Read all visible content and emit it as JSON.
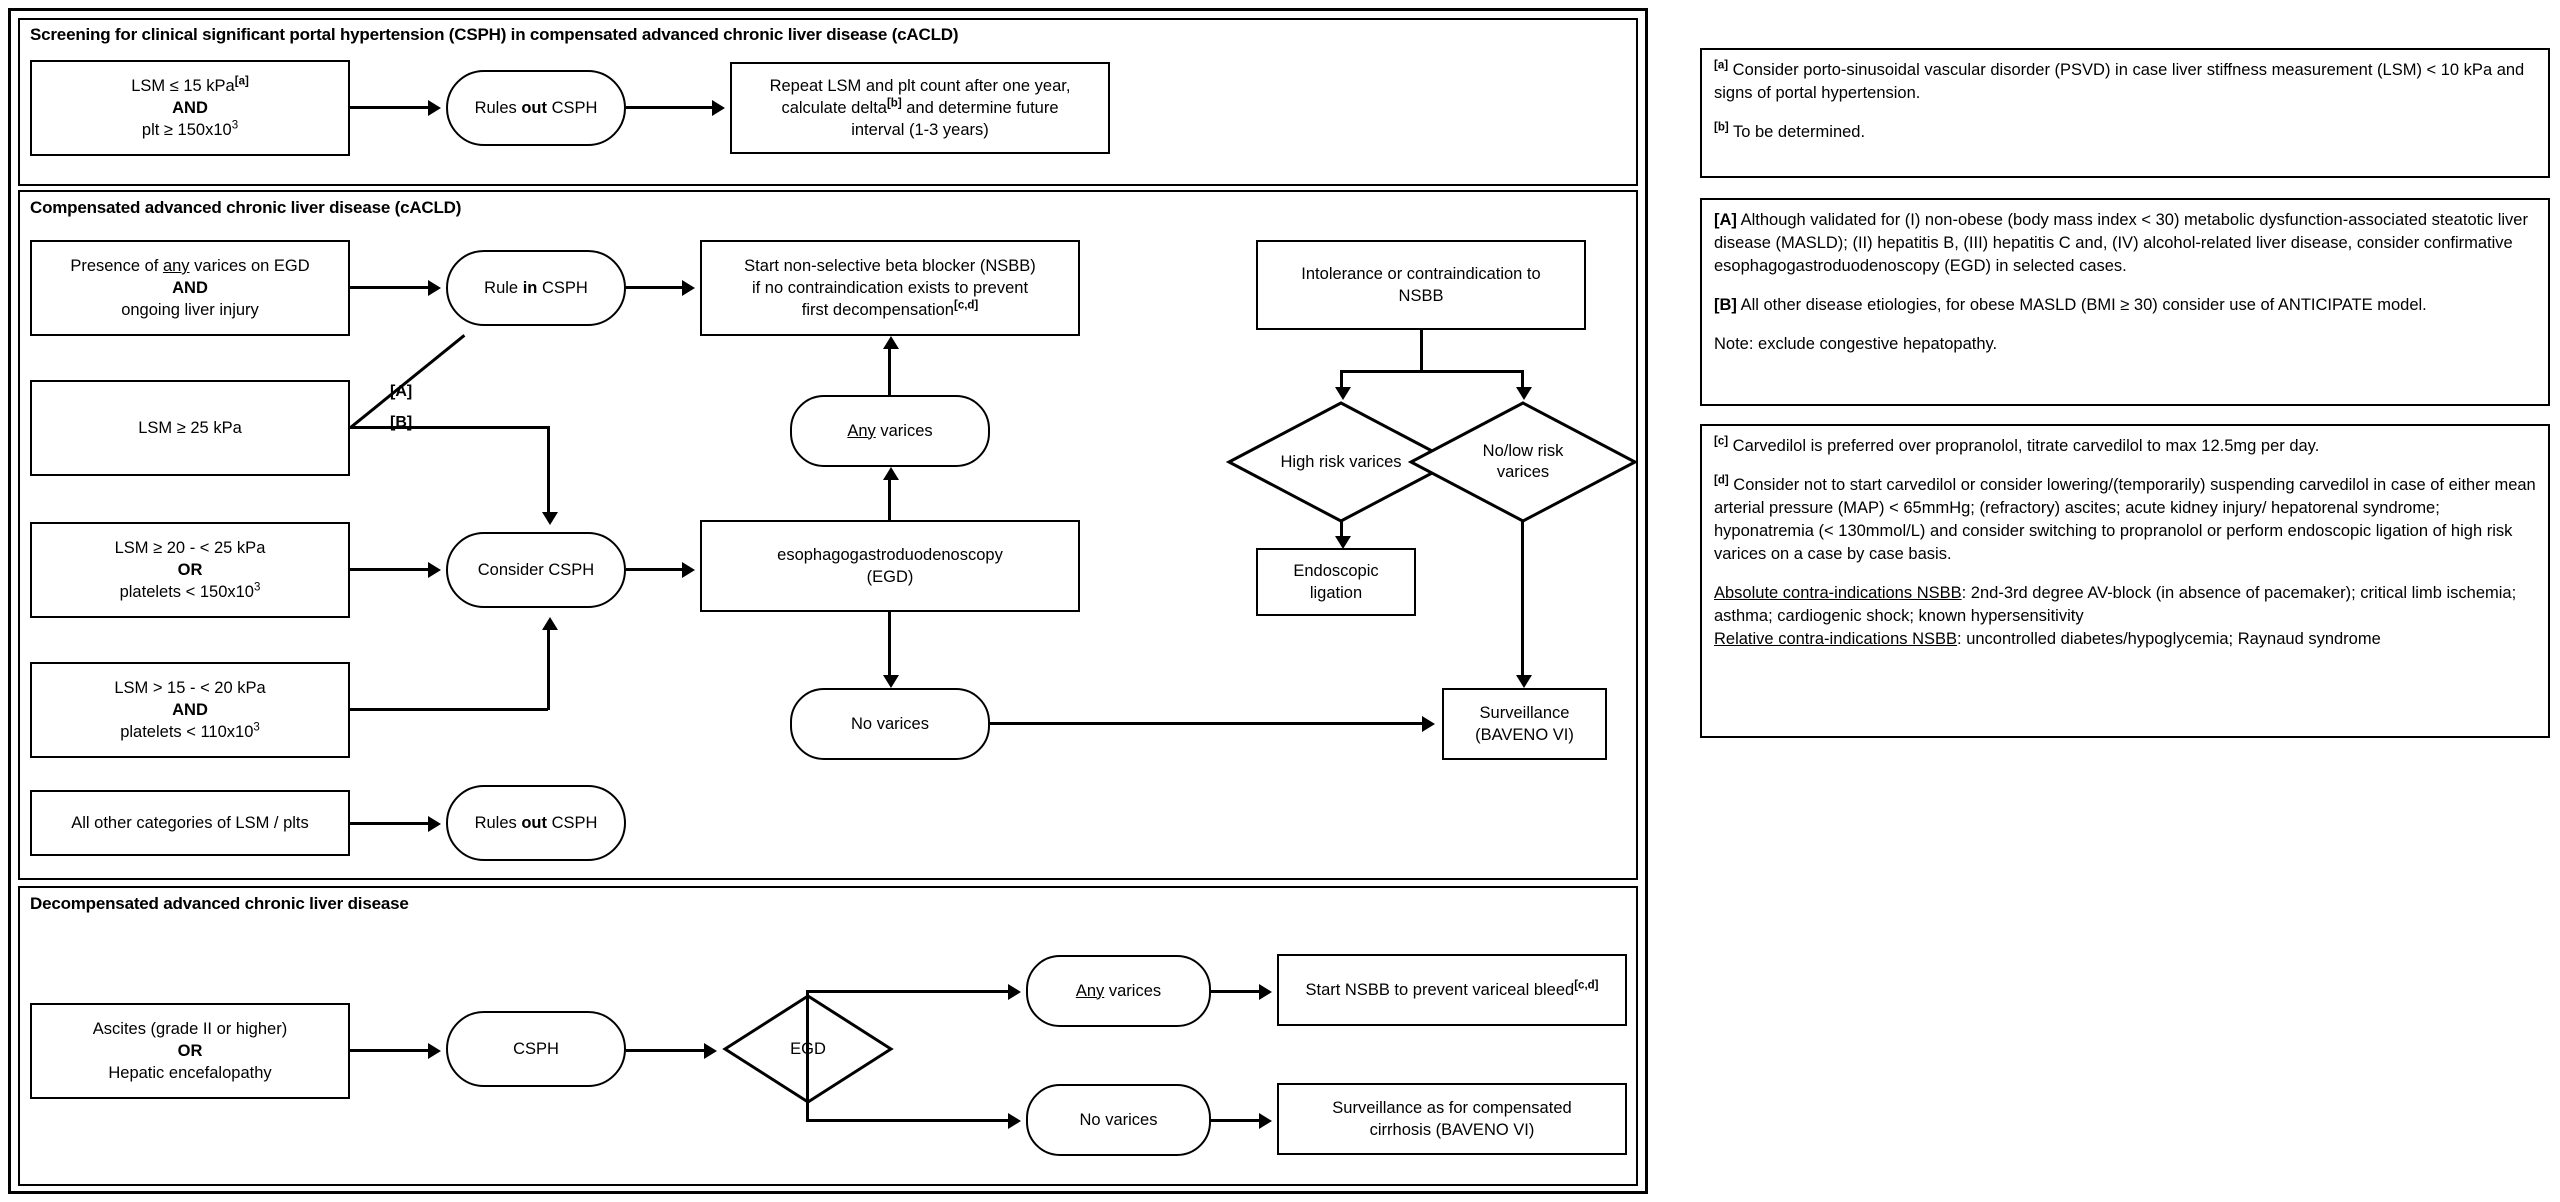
{
  "sections": {
    "screening": {
      "title": "Screening for clinical significant portal hypertension (CSPH) in compensated advanced chronic liver disease (cACLD)"
    },
    "cacld": {
      "title": "Compensated advanced chronic liver disease (cACLD)"
    },
    "decomp": {
      "title": "Decompensated advanced chronic liver disease"
    }
  },
  "screening_flow": {
    "criteria_line1": "LSM ≤ 15 kPa",
    "criteria_sup1": "[a]",
    "criteria_line2": "AND",
    "criteria_line3_a": "plt ≥ 150x10",
    "criteria_line3_sup": "3",
    "rules_out_pre": "Rules ",
    "rules_out_bold": "out",
    "rules_out_post": " CSPH",
    "repeat_line1": "Repeat LSM and plt count after one year,",
    "repeat_line2_a": "calculate delta",
    "repeat_line2_sup": "[b]",
    "repeat_line2_b": " and determine future",
    "repeat_line3": "interval (1-3 years)"
  },
  "cacld_flow": {
    "varices_egd_l1_a": "Presence of ",
    "varices_egd_l1_u": "any",
    "varices_egd_l1_b": " varices on EGD",
    "varices_egd_l2": "AND",
    "varices_egd_l3": "ongoing liver injury",
    "rule_in_pre": "Rule ",
    "rule_in_bold": "in",
    "rule_in_post": " CSPH",
    "nsbb_l1": "Start non-selective beta blocker (NSBB)",
    "nsbb_l2": "if no contraindication exists to prevent",
    "nsbb_l3_a": "first decompensation",
    "nsbb_l3_sup": "[c,d]",
    "lsm25": "LSM ≥ 25 kPa",
    "tag_a": "[A]",
    "tag_b": "[B]",
    "lsm20_l1": "LSM ≥ 20 - < 25 kPa",
    "lsm20_l2": "OR",
    "lsm20_l3_a": "platelets < 150x10",
    "lsm20_l3_sup": "3",
    "lsm15_l1": "LSM > 15 - < 20 kPa",
    "lsm15_l2": "AND",
    "lsm15_l3_a": "platelets < 110x10",
    "lsm15_l3_sup": "3",
    "consider_csph": "Consider CSPH",
    "egd_l1": "esophagogastroduodenoscopy",
    "egd_l2": "(EGD)",
    "any_varices_u": "Any",
    "any_varices_rest": " varices",
    "no_varices": "No varices",
    "all_other": "All other categories of LSM / plts",
    "rules_out2_pre": "Rules ",
    "rules_out2_bold": "out",
    "rules_out2_post": " CSPH",
    "intolerance_l1": "Intolerance or contraindication to",
    "intolerance_l2": "NSBB",
    "high_risk": "High risk varices",
    "no_low_risk_l1": "No/low risk",
    "no_low_risk_l2": "varices",
    "endo_ligation_l1": "Endoscopic",
    "endo_ligation_l2": "ligation",
    "surveillance_l1": "Surveillance",
    "surveillance_l2": "(BAVENO VI)"
  },
  "decomp_flow": {
    "trigger_l1": "Ascites (grade II or higher)",
    "trigger_l2": "OR",
    "trigger_l3": "Hepatic encefalopathy",
    "csph": "CSPH",
    "egd": "EGD",
    "any_varices_u": "Any",
    "any_varices_rest": " varices",
    "no_varices": "No varices",
    "start_nsbb_a": "Start NSBB to prevent variceal bleed",
    "start_nsbb_sup": "[c,d]",
    "surv_l1": "Surveillance as for compensated",
    "surv_l2": "cirrhosis (BAVENO VI)"
  },
  "notes": {
    "box1": {
      "a_sup": "[a]",
      "a_text": " Consider porto-sinusoidal vascular disorder (PSVD) in case liver stiffness measurement (LSM) < 10 kPa and signs of portal hypertension.",
      "b_sup": "[b]",
      "b_text": " To be determined."
    },
    "box2": {
      "A_tag": "[A]",
      "A_text": " Although validated for (I) non-obese (body mass index < 30) metabolic dysfunction-associated steatotic liver disease (MASLD); (II) hepatitis B, (III) hepatitis C and, (IV) alcohol-related liver disease, consider confirmative esophagogastroduodenoscopy (EGD) in selected cases.",
      "B_tag": "[B]",
      "B_text": " All other disease etiologies, for obese MASLD (BMI ≥ 30) consider use of ANTICIPATE model.",
      "note_text": "Note: exclude congestive hepatopathy."
    },
    "box3": {
      "c_sup": "[c]",
      "c_text": " Carvedilol is preferred over propranolol, titrate carvedilol to max 12.5mg per day.",
      "d_sup": "[d]",
      "d_text": " Consider not to start carvedilol or consider lowering/(temporarily) suspending carvedilol in case of either mean arterial pressure (MAP) < 65mmHg; (refractory) ascites; acute kidney injury/ hepatorenal syndrome; hyponatremia (< 130mmol/L) and consider switching to propranolol or perform endoscopic ligation of high risk varices on a case by case basis.",
      "abs_label": "Absolute contra-indications NSBB",
      "abs_text": ": 2nd-3rd degree AV-block (in absence of pacemaker); critical limb ischemia; asthma; cardiogenic shock; known hypersensitivity",
      "rel_label": "Relative contra-indications NSBB",
      "rel_text": ": uncontrolled diabetes/hypoglycemia; Raynaud syndrome"
    }
  }
}
